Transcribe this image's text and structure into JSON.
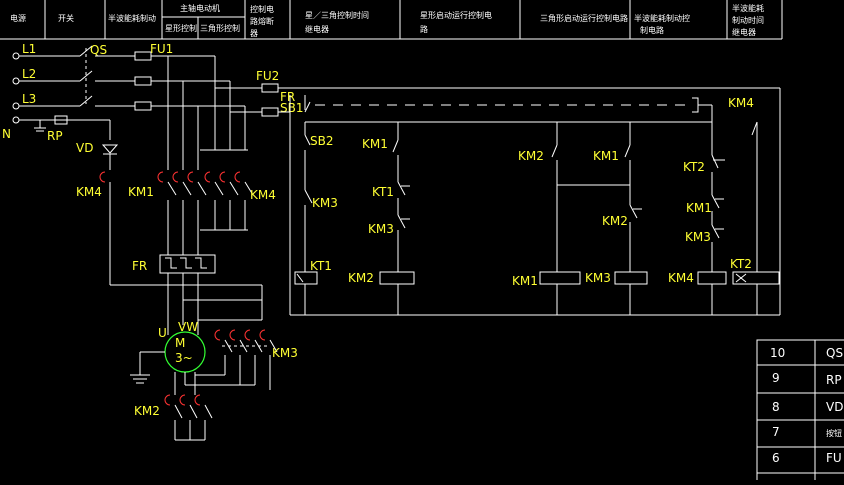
{
  "header": {
    "col1": "电源",
    "col2": "开关",
    "col3": "半波能耗制动",
    "col4_top": "主轴电动机",
    "col4_a": "星形控制",
    "col4_b": "三角形控制",
    "col5_a": "控制电",
    "col5_b": "路熔断",
    "col5_c": "器",
    "col6_a": "星／三角控制时间",
    "col6_b": "继电器",
    "col7_a": "星形启动运行控制电",
    "col7_b": "路",
    "col8": "三角形启动运行控制电路",
    "col9_a": "半波能耗制动控",
    "col9_b": "制电路",
    "col10_a": "半波能耗",
    "col10_b": "制动时间",
    "col10_c": "继电器"
  },
  "power_labels": {
    "l1": "L1",
    "l2": "L2",
    "l3": "L3",
    "n": "N",
    "qs": "QS",
    "fu1": "FU1",
    "rp": "RP",
    "vd": "VD"
  },
  "main_labels": {
    "km4_left": "KM4",
    "km1": "KM1",
    "km4_right": "KM4",
    "fr": "FR",
    "u": "U",
    "vw": "VW",
    "motor_m": "M",
    "motor_phase": "3~",
    "km3": "KM3",
    "km2": "KM2"
  },
  "control_labels": {
    "fu2": "FU2",
    "fr": "FR",
    "sb1": "SB1",
    "sb2": "SB2",
    "km1_a": "KM1",
    "kt1_a": "KT1",
    "km3_a": "KM3",
    "km3_b": "KM3",
    "kt1_b": "KT1",
    "km2_coil": "KM2",
    "km2_c": "KM2",
    "km1_c": "KM1",
    "km2_d": "KM2",
    "km1_coil": "KM1",
    "km3_coil": "KM3",
    "km4_top": "KM4",
    "kt2_a": "KT2",
    "km1_d": "KM1",
    "km3_d": "KM3",
    "km4_coil": "KM4",
    "kt2_coil": "KT2"
  },
  "parts_table": [
    {
      "no": "10",
      "code": "QS"
    },
    {
      "no": "9",
      "code": "RP"
    },
    {
      "no": "8",
      "code": "VD"
    },
    {
      "no": "7",
      "code": "按钮"
    },
    {
      "no": "6",
      "code": "FU"
    }
  ]
}
